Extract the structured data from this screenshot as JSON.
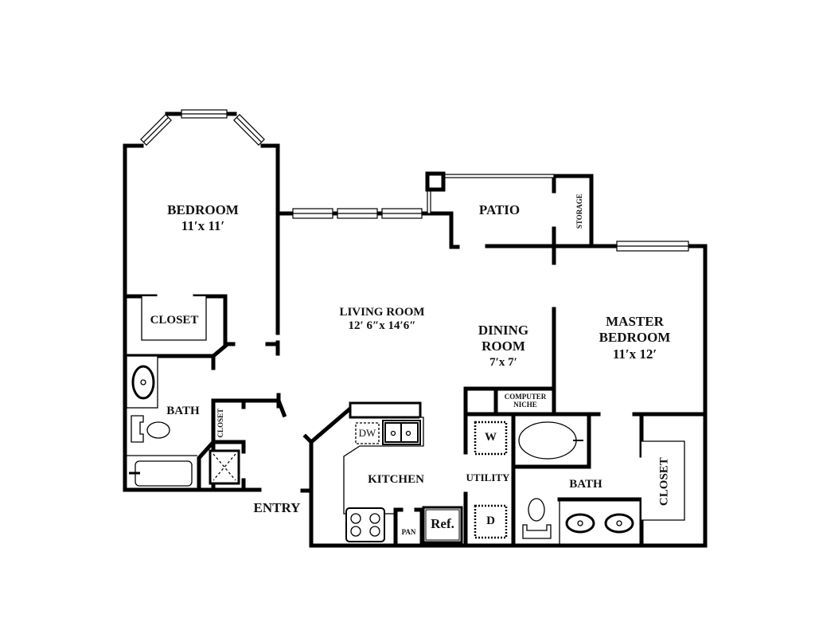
{
  "floorplan": {
    "colors": {
      "wall": "#000000",
      "background": "#ffffff",
      "text": "#111111"
    },
    "rooms": {
      "bedroom": {
        "name": "BEDROOM",
        "size": "11′x 11′"
      },
      "bedroom_closet": {
        "name": "CLOSET"
      },
      "bath": {
        "name": "BATH"
      },
      "linen_closet": {
        "name": "CLOSET"
      },
      "entry": {
        "name": "ENTRY"
      },
      "living_room": {
        "name": "LIVING ROOM",
        "size": "12′ 6″x 14′6″"
      },
      "patio": {
        "name": "PATIO"
      },
      "storage": {
        "name": "STORAGE"
      },
      "dining_room": {
        "name_line1": "DINING",
        "name_line2": "ROOM",
        "size": "7′x 7′"
      },
      "computer_niche": {
        "name_line1": "COMPUTER",
        "name_line2": "NICHE"
      },
      "kitchen": {
        "name": "KITCHEN"
      },
      "utility": {
        "name": "UTILITY"
      },
      "master_bedroom": {
        "name_line1": "MASTER",
        "name_line2": "BEDROOM",
        "size": "11′x 12′"
      },
      "master_bath": {
        "name": "BATH"
      },
      "master_closet": {
        "name": "CLOSET"
      }
    },
    "appliances": {
      "dishwasher": "DW",
      "refrigerator": "Ref.",
      "pantry": "PAN",
      "washer": "W",
      "dryer": "D"
    }
  }
}
